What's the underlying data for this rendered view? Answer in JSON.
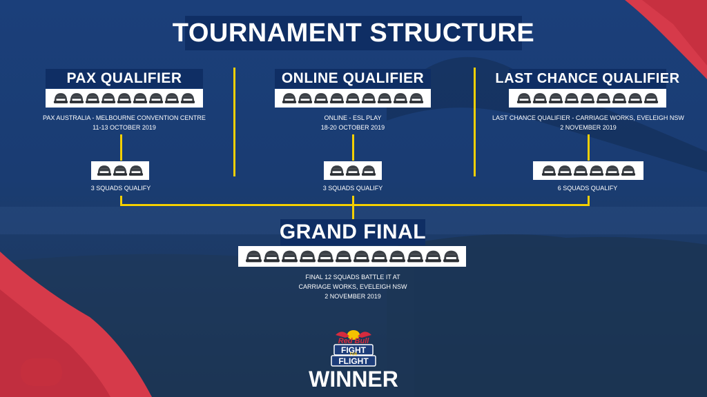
{
  "title": "TOURNAMENT STRUCTURE",
  "qualifiers": [
    {
      "name": "PAX QUALIFIER",
      "helmets": 9,
      "location": "PAX AUSTRALIA - MELBOURNE CONVENTION CENTRE",
      "date": "11-13 OCTOBER 2019",
      "qualify_helmets": 3,
      "qualify_text": "3 SQUADS QUALIFY"
    },
    {
      "name": "ONLINE QUALIFIER",
      "helmets": 9,
      "location": "ONLINE - ESL PLAY",
      "date": "18-20 OCTOBER 2019",
      "qualify_helmets": 3,
      "qualify_text": "3 SQUADS QUALIFY"
    },
    {
      "name": "LAST CHANCE QUALIFIER",
      "helmets": 9,
      "location": "LAST CHANCE QUALIFIER - CARRIAGE WORKS, EVELEIGH NSW",
      "date": "2 NOVEMBER 2019",
      "qualify_helmets": 6,
      "qualify_text": "6 SQUADS QUALIFY"
    }
  ],
  "grand_final": {
    "name": "GRAND FINAL",
    "helmets": 12,
    "line1": "FINAL 12 SQUADS BATTLE IT AT",
    "line2": "CARRIAGE WORKS, EVELEIGH NSW",
    "date": "2 NOVEMBER 2019"
  },
  "logo": {
    "brand": "Red Bull",
    "event": "FIGHT FOR FLIGHT"
  },
  "winner": "WINNER",
  "colors": {
    "navy": "#0f2e64",
    "background": "#1b3f7a",
    "connector": "#f5d000",
    "accent_red": "#d63a4a",
    "helmet": "#3a3f45"
  }
}
